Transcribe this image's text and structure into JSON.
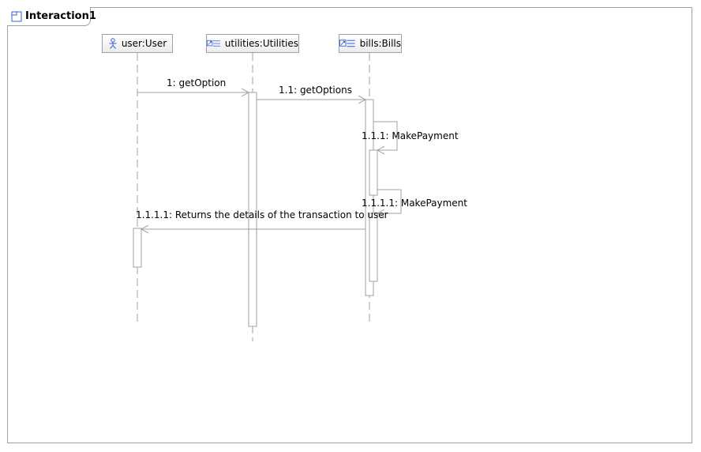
{
  "frame": {
    "title": "Interaction1",
    "icon": "interaction-frame-icon"
  },
  "lifelines": [
    {
      "label": "user:User",
      "icon": "actor-icon"
    },
    {
      "label": "utilities:Utilities",
      "icon": "class-icon"
    },
    {
      "label": "bills:Bills",
      "icon": "class-icon"
    }
  ],
  "messages": [
    {
      "label": "1: getOption",
      "from": "user:User",
      "to": "utilities:Utilities",
      "kind": "call"
    },
    {
      "label": "1.1: getOptions",
      "from": "utilities:Utilities",
      "to": "bills:Bills",
      "kind": "call"
    },
    {
      "label": "1.1.1: MakePayment",
      "from": "bills:Bills",
      "to": "bills:Bills",
      "kind": "self"
    },
    {
      "label": "1.1.1.1: MakePayment",
      "from": "bills:Bills",
      "to": "bills:Bills",
      "kind": "self"
    },
    {
      "label": "1.1.1.1: Returns the details of the transaction to user",
      "from": "bills:Bills",
      "to": "user:User",
      "kind": "call"
    }
  ],
  "colors": {
    "line": "#a0a0a0",
    "actor": "#3a5fcd",
    "text": "#000000"
  }
}
